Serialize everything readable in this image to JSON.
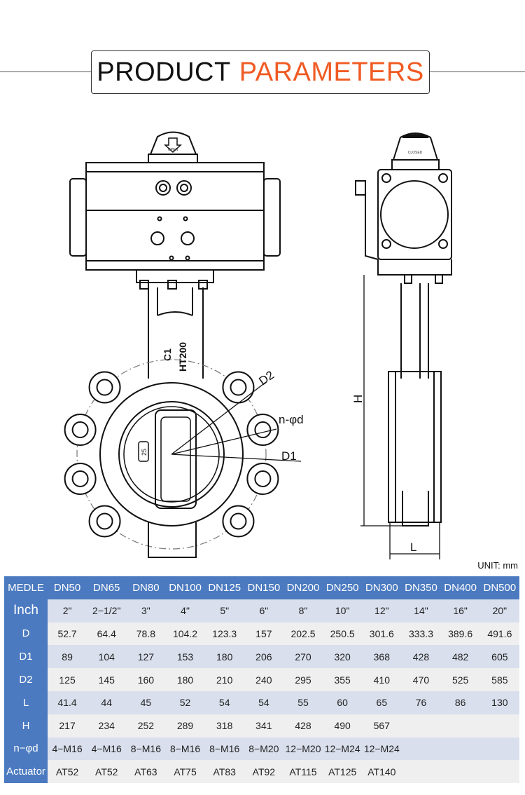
{
  "title": {
    "part1": "PRODUCT",
    "part2": "PARAMETERS",
    "accent_color": "#f05a23"
  },
  "drawing": {
    "front_indicator_label": "OPEN",
    "side_indicator_label": "CLOSED",
    "neck_marks": [
      "C1",
      "HT200"
    ],
    "disc_mark": "25",
    "dimension_labels": {
      "d2": "D2",
      "nphid": "n-φd",
      "d1": "D1",
      "h": "H",
      "l": "L"
    }
  },
  "unit": "UNIT: mm",
  "table": {
    "header": [
      "MEDLE",
      "DN50",
      "DN65",
      "DN80",
      "DN100",
      "DN125",
      "DN150",
      "DN200",
      "DN250",
      "DN300",
      "DN350",
      "DN400",
      "DN500"
    ],
    "rows": [
      {
        "label": "Inch",
        "values": [
          "2\"",
          "2−1/2\"",
          "3\"",
          "4\"",
          "5\"",
          "6\"",
          "8\"",
          "10\"",
          "12\"",
          "14\"",
          "16\"",
          "20\""
        ]
      },
      {
        "label": "D",
        "values": [
          "52.7",
          "64.4",
          "78.8",
          "104.2",
          "123.3",
          "157",
          "202.5",
          "250.5",
          "301.6",
          "333.3",
          "389.6",
          "491.6"
        ]
      },
      {
        "label": "D1",
        "values": [
          "89",
          "104",
          "127",
          "153",
          "180",
          "206",
          "270",
          "320",
          "368",
          "428",
          "482",
          "605"
        ]
      },
      {
        "label": "D2",
        "values": [
          "125",
          "145",
          "160",
          "180",
          "210",
          "240",
          "295",
          "355",
          "410",
          "470",
          "525",
          "585"
        ]
      },
      {
        "label": "L",
        "values": [
          "41.4",
          "44",
          "45",
          "52",
          "54",
          "54",
          "55",
          "60",
          "65",
          "76",
          "86",
          "130"
        ]
      },
      {
        "label": "H",
        "values": [
          "217",
          "234",
          "252",
          "289",
          "318",
          "341",
          "428",
          "490",
          "567",
          "",
          "",
          ""
        ]
      },
      {
        "label": "n−φd",
        "values": [
          "4−M16",
          "4−M16",
          "8−M16",
          "8−M16",
          "8−M16",
          "8−M20",
          "12−M20",
          "12−M24",
          "12−M24",
          "",
          "",
          ""
        ]
      },
      {
        "label": "Actuator",
        "values": [
          "AT52",
          "AT52",
          "AT63",
          "AT75",
          "AT83",
          "AT92",
          "AT115",
          "AT125",
          "AT140",
          "",
          "",
          ""
        ]
      }
    ]
  }
}
